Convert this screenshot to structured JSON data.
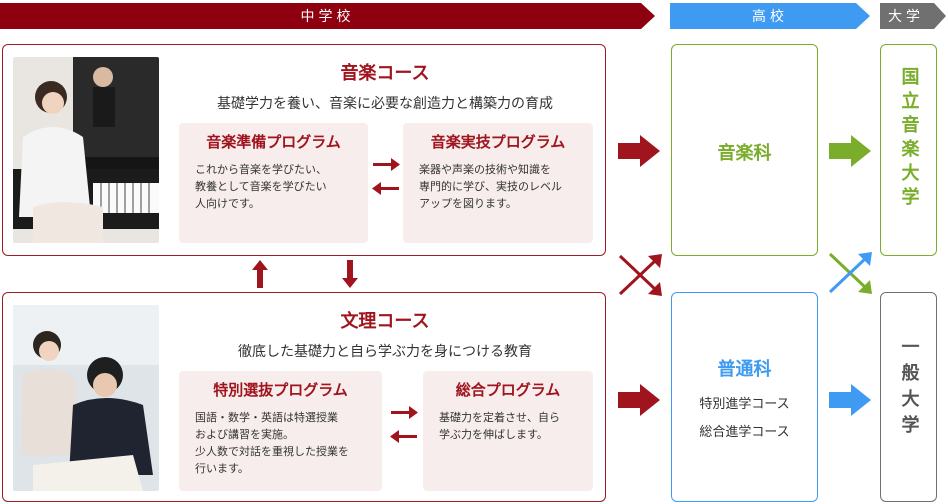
{
  "stages": {
    "junior_high": "中学校",
    "high_school": "高校",
    "university": "大学"
  },
  "music_course": {
    "title": "音楽コース",
    "subtitle": "基礎学力を養い、音楽に必要な創造力と構築力の育成",
    "programs": [
      {
        "title": "音楽準備プログラム",
        "body": "これから音楽を学びたい、\n教養として音楽を学びたい\n人向けです。"
      },
      {
        "title": "音楽実技プログラム",
        "body": "楽器や声楽の技術や知識を\n専門的に学び、実技のレベル\nアップを図ります。"
      }
    ]
  },
  "bunri_course": {
    "title": "文理コース",
    "subtitle": "徹底した基礎力と自ら学ぶ力を身につける教育",
    "programs": [
      {
        "title": "特別選抜プログラム",
        "body": "国語・数学・英語は特選授業\nおよび講習を実施。\n少人数で対話を重視した授業を\n行います。"
      },
      {
        "title": "総合プログラム",
        "body": "基礎力を定着させ、自ら\n学ぶ力を伸ばします。"
      }
    ]
  },
  "high_school": {
    "music": {
      "title": "音楽科"
    },
    "general": {
      "title": "普通科",
      "lines": [
        "特別進学コース",
        "総合進学コース"
      ]
    }
  },
  "university": {
    "national": "国立音楽大学",
    "general": "一般大学"
  },
  "colors": {
    "junior_high": "#8e0010",
    "high_school": "#3e9bf1",
    "university": "#707070",
    "music_green": "#7aad2a",
    "program_bg": "#f7eded"
  }
}
